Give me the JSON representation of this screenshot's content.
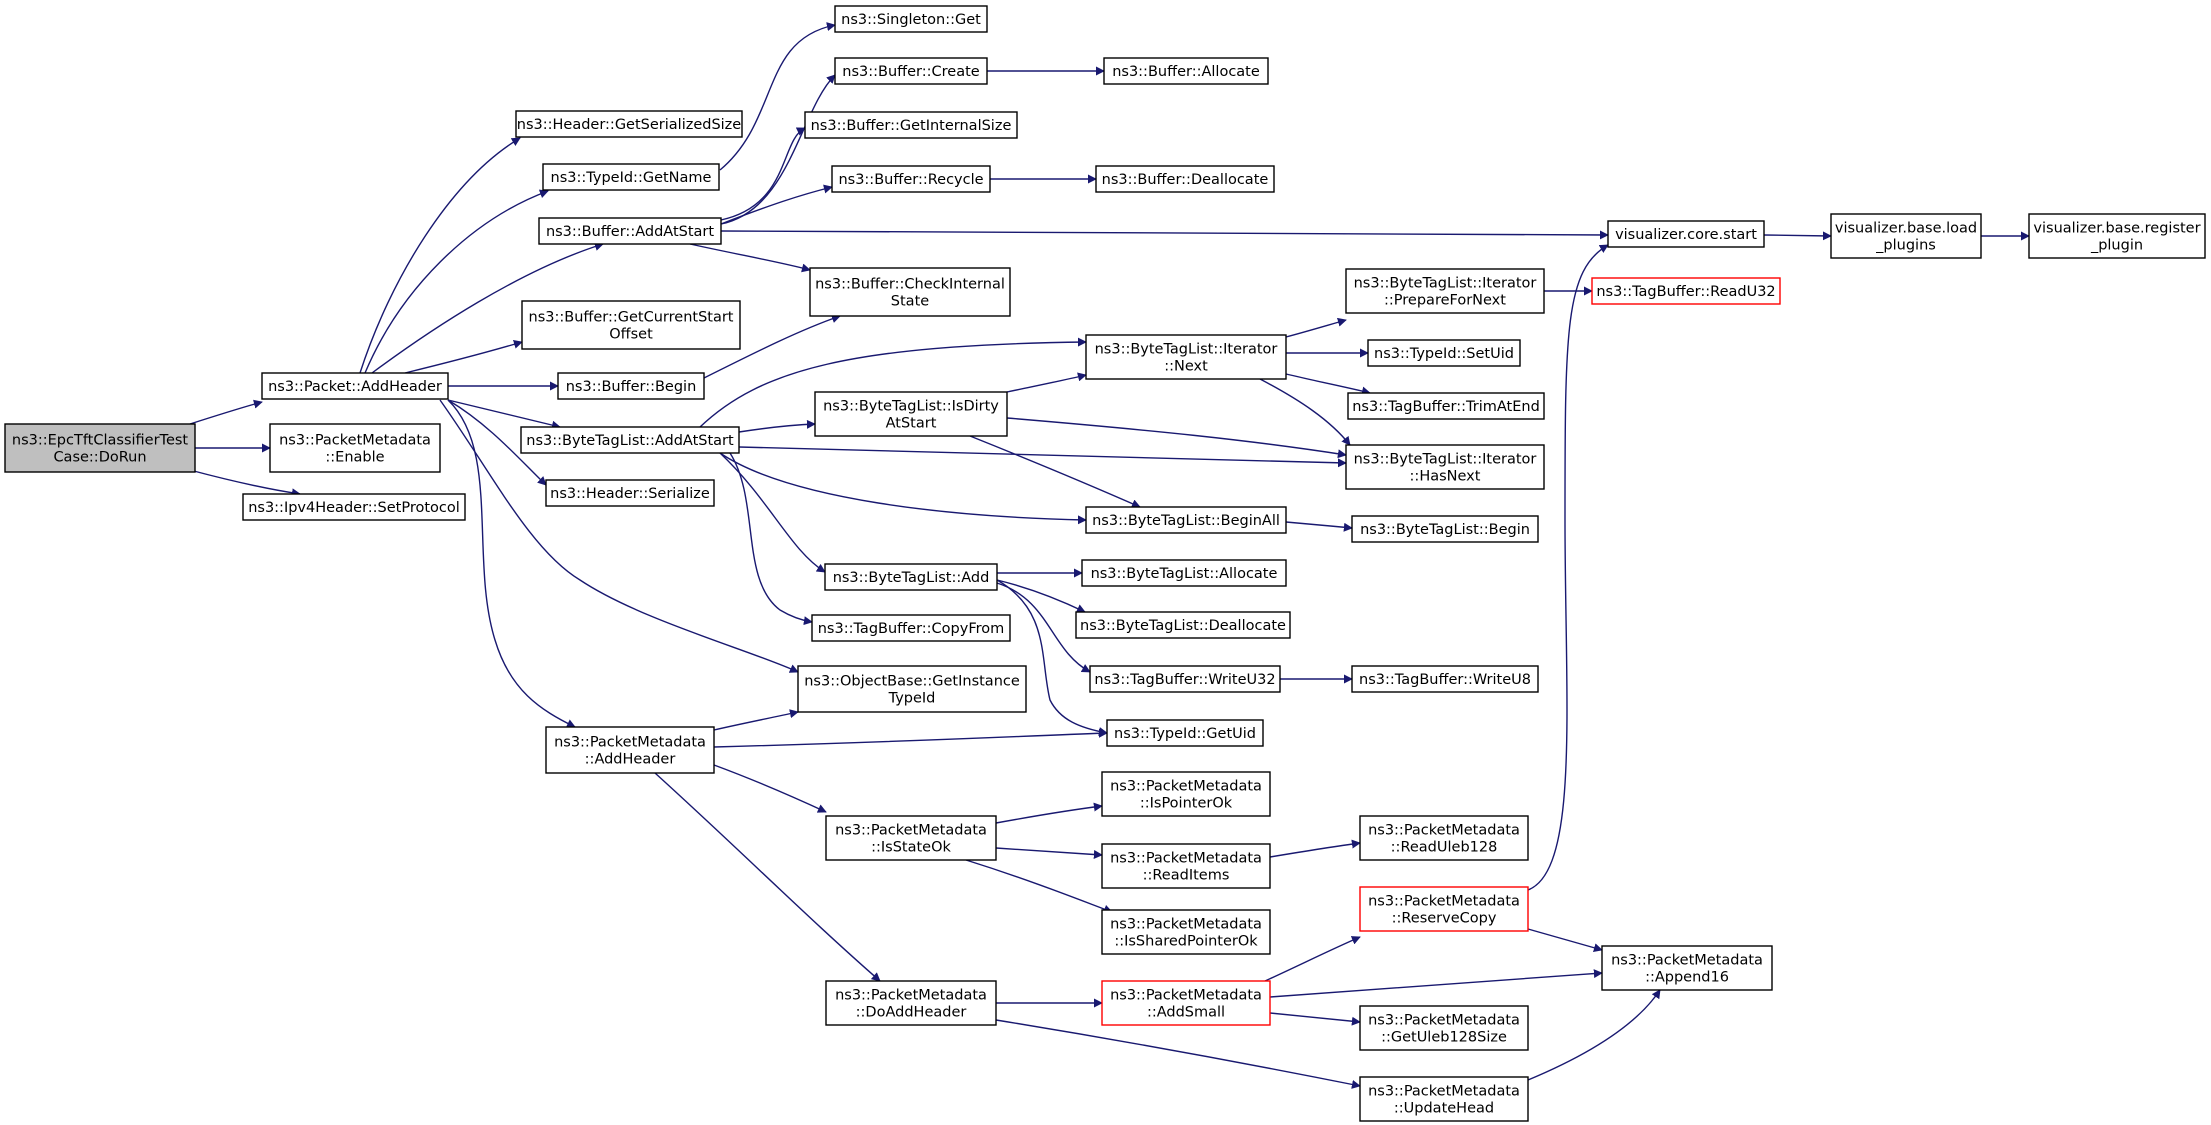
{
  "colors": {
    "edge": "#191970",
    "node_border": "#000000",
    "highlight_border": "#ff0000",
    "root_fill": "#bfbfbf"
  },
  "nodes": {
    "dorun": [
      "ns3::EpcTftClassifierTest",
      "Case::DoRun"
    ],
    "pkt_addheader": [
      "ns3::Packet::AddHeader"
    ],
    "pm_enable": [
      "ns3::PacketMetadata",
      "::Enable"
    ],
    "ipv4_setprotocol": [
      "ns3::Ipv4Header::SetProtocol"
    ],
    "hdr_getserializedsize": [
      "ns3::Header::GetSerializedSize"
    ],
    "typeid_getname": [
      "ns3::TypeId::GetName"
    ],
    "buf_addatstart": [
      "ns3::Buffer::AddAtStart"
    ],
    "buf_getcurrentstartoffset": [
      "ns3::Buffer::GetCurrentStart",
      "Offset"
    ],
    "buf_begin": [
      "ns3::Buffer::Begin"
    ],
    "btl_addatstart": [
      "ns3::ByteTagList::AddAtStart"
    ],
    "hdr_serialize": [
      "ns3::Header::Serialize"
    ],
    "singleton_get": [
      "ns3::Singleton::Get"
    ],
    "buf_create": [
      "ns3::Buffer::Create"
    ],
    "buf_allocate": [
      "ns3::Buffer::Allocate"
    ],
    "buf_getinternalsize": [
      "ns3::Buffer::GetInternalSize"
    ],
    "buf_recycle": [
      "ns3::Buffer::Recycle"
    ],
    "buf_deallocate": [
      "ns3::Buffer::Deallocate"
    ],
    "buf_checkinternalstate": [
      "ns3::Buffer::CheckInternal",
      "State"
    ],
    "vis_core_start": [
      "visualizer.core.start"
    ],
    "vis_load_plugins": [
      "visualizer.base.load",
      "_plugins"
    ],
    "vis_register_plugin": [
      "visualizer.base.register",
      "_plugin"
    ],
    "btl_it_preparefornext": [
      "ns3::ByteTagList::Iterator",
      "::PrepareForNext"
    ],
    "tb_readu32": [
      "ns3::TagBuffer::ReadU32"
    ],
    "btl_it_next": [
      "ns3::ByteTagList::Iterator",
      "::Next"
    ],
    "typeid_setuid": [
      "ns3::TypeId::SetUid"
    ],
    "tb_trimatend": [
      "ns3::TagBuffer::TrimAtEnd"
    ],
    "btl_isdirtyatstart": [
      "ns3::ByteTagList::IsDirty",
      "AtStart"
    ],
    "btl_it_hasnext": [
      "ns3::ByteTagList::Iterator",
      "::HasNext"
    ],
    "btl_beginall": [
      "ns3::ByteTagList::BeginAll"
    ],
    "btl_begin": [
      "ns3::ByteTagList::Begin"
    ],
    "btl_add": [
      "ns3::ByteTagList::Add"
    ],
    "btl_allocate": [
      "ns3::ByteTagList::Allocate"
    ],
    "btl_deallocate": [
      "ns3::ByteTagList::Deallocate"
    ],
    "tb_copyfrom": [
      "ns3::TagBuffer::CopyFrom"
    ],
    "tb_writeu32": [
      "ns3::TagBuffer::WriteU32"
    ],
    "tb_writeu8": [
      "ns3::TagBuffer::WriteU8"
    ],
    "ob_getinstancetypeid": [
      "ns3::ObjectBase::GetInstance",
      "TypeId"
    ],
    "pm_addheader": [
      "ns3::PacketMetadata",
      "::AddHeader"
    ],
    "typeid_getuid": [
      "ns3::TypeId::GetUid"
    ],
    "pm_ispointerok": [
      "ns3::PacketMetadata",
      "::IsPointerOk"
    ],
    "pm_isstateok": [
      "ns3::PacketMetadata",
      "::IsStateOk"
    ],
    "pm_readitems": [
      "ns3::PacketMetadata",
      "::ReadItems"
    ],
    "pm_readuleb128": [
      "ns3::PacketMetadata",
      "::ReadUleb128"
    ],
    "pm_issharedpointerok": [
      "ns3::PacketMetadata",
      "::IsSharedPointerOk"
    ],
    "pm_reservecopy": [
      "ns3::PacketMetadata",
      "::ReserveCopy"
    ],
    "pm_append16": [
      "ns3::PacketMetadata",
      "::Append16"
    ],
    "pm_doaddheader": [
      "ns3::PacketMetadata",
      "::DoAddHeader"
    ],
    "pm_addsmall": [
      "ns3::PacketMetadata",
      "::AddSmall"
    ],
    "pm_getuleb128size": [
      "ns3::PacketMetadata",
      "::GetUleb128Size"
    ],
    "pm_updatehead": [
      "ns3::PacketMetadata",
      "::UpdateHead"
    ]
  }
}
